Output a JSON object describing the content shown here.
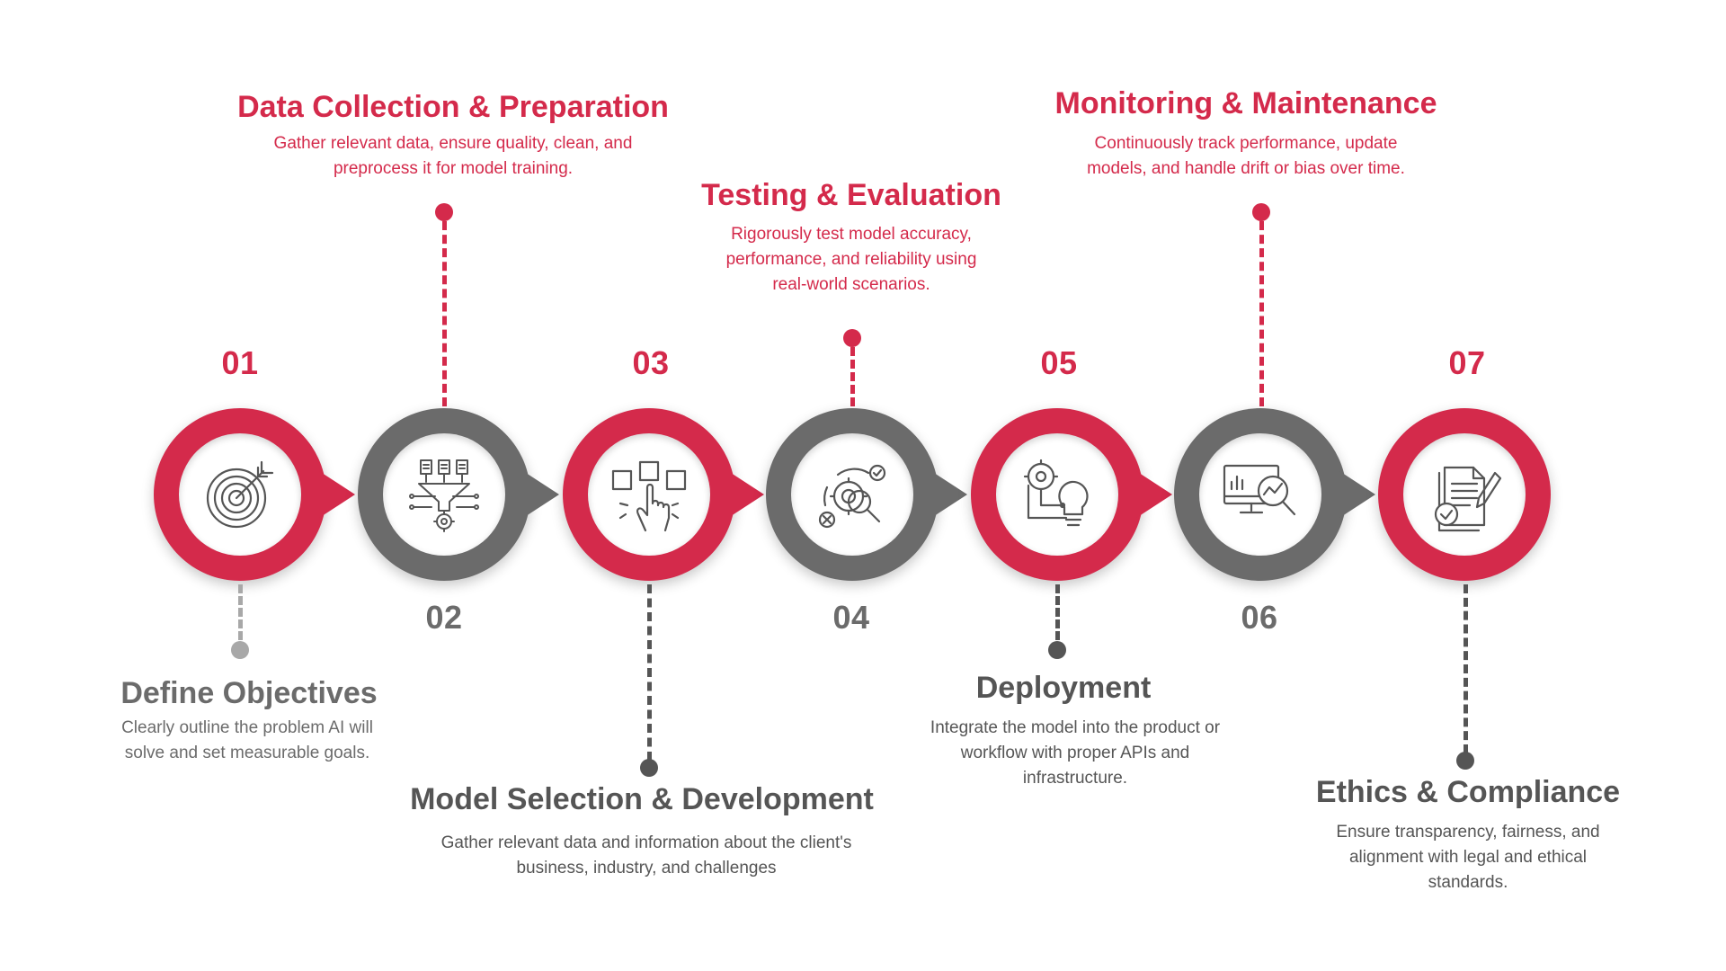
{
  "colors": {
    "accent": "#d42a4b",
    "gray": "#6b6b6b",
    "dark": "#555555",
    "light_gray": "#a8a8a8"
  },
  "steps": [
    {
      "num": "01",
      "title": "Define Objectives",
      "desc": "Clearly outline the problem AI will solve and set measurable goals.",
      "icon": "target-arrow-icon"
    },
    {
      "num": "02",
      "title": "Data Collection & Preparation",
      "desc": "Gather relevant data, ensure quality, clean, and preprocess it for model training.",
      "icon": "data-funnel-icon"
    },
    {
      "num": "03",
      "title": "Model Selection & Development",
      "desc": "Gather relevant data and information about the client's business, industry, and challenges",
      "icon": "hand-select-icon"
    },
    {
      "num": "04",
      "title": "Testing & Evaluation",
      "desc": "Rigorously test model accuracy, performance, and reliability using real-world scenarios.",
      "icon": "gear-magnifier-icon"
    },
    {
      "num": "05",
      "title": "Deployment",
      "desc": "Integrate the model into the product or workflow with proper APIs and infrastructure.",
      "icon": "gear-bulb-icon"
    },
    {
      "num": "06",
      "title": "Monitoring & Maintenance",
      "desc": "Continuously track performance, update models, and handle drift or bias over time.",
      "icon": "monitor-analytics-icon"
    },
    {
      "num": "07",
      "title": "Ethics & Compliance",
      "desc": "Ensure transparency, fairness, and alignment with legal and ethical standards.",
      "icon": "document-check-icon"
    }
  ]
}
